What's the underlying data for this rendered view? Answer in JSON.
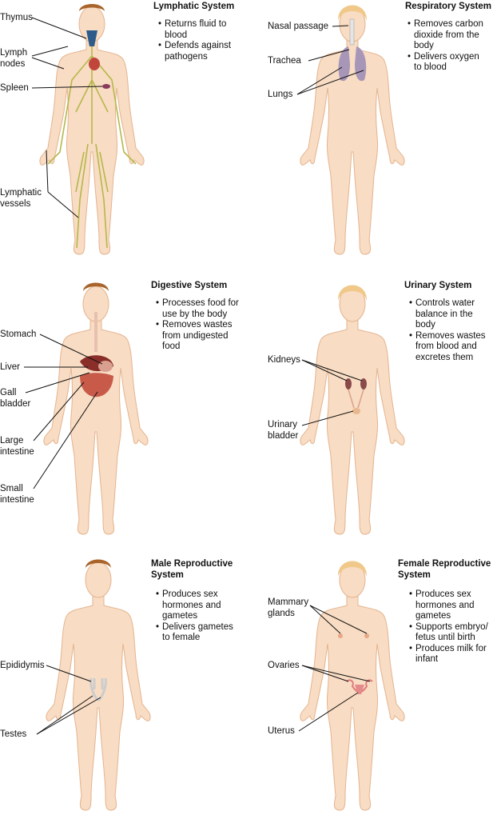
{
  "panels": [
    {
      "title": "Lymphatic System",
      "bullets": [
        "Returns fluid to blood",
        "Defends against pathogens"
      ],
      "labels": [
        "Thymus",
        "Lymph nodes",
        "Spleen",
        "Lymphatic vessels"
      ]
    },
    {
      "title": "Respiratory System",
      "bullets": [
        "Removes carbon dioxide from the body",
        "Delivers oxygen to blood"
      ],
      "labels": [
        "Nasal passage",
        "Trachea",
        "Lungs"
      ]
    },
    {
      "title": "Digestive System",
      "bullets": [
        "Processes food for use by the body",
        "Removes wastes from undigested food"
      ],
      "labels": [
        "Stomach",
        "Liver",
        "Gall bladder",
        "Large intestine",
        "Small intestine"
      ]
    },
    {
      "title": "Urinary System",
      "bullets": [
        "Controls water balance in the body",
        "Removes wastes from blood and excretes them"
      ],
      "labels": [
        "Kidneys",
        "Urinary bladder"
      ]
    },
    {
      "title": "Male Reproductive System",
      "bullets": [
        "Produces sex hormones and gametes",
        "Delivers gametes to female"
      ],
      "labels": [
        "Epididymis",
        "Testes"
      ]
    },
    {
      "title": "Female Reproductive System",
      "bullets": [
        "Produces sex hormones and gametes",
        "Supports embryo/ fetus until birth",
        "Produces milk for infant"
      ],
      "labels": [
        "Mammary glands",
        "Ovaries",
        "Uterus"
      ]
    }
  ],
  "colors": {
    "skin": "#f8dcc3",
    "outline": "#e3b490",
    "male_hair": "#a8642a",
    "female_hair": "#f0c98a",
    "lymph": "#b5b84a"
  }
}
